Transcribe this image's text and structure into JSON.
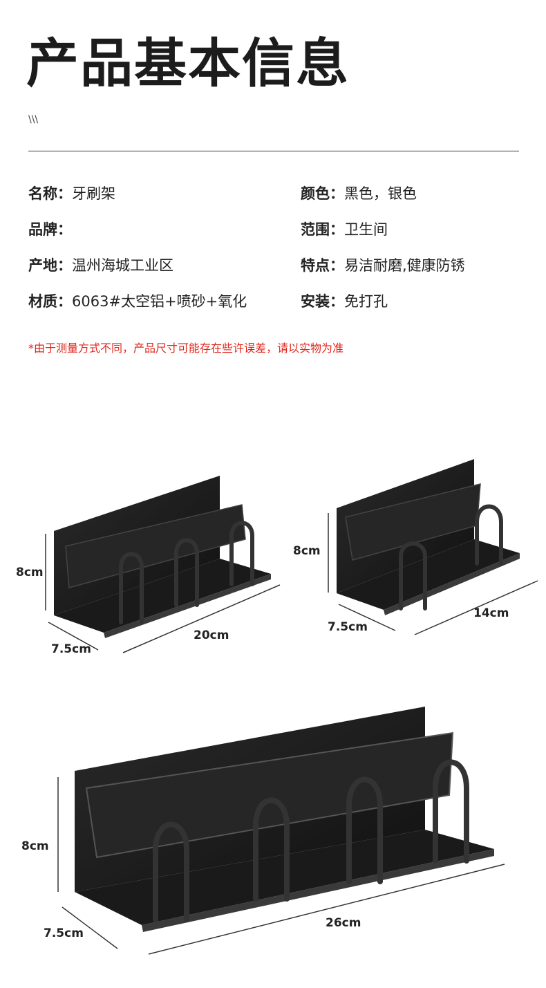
{
  "header": {
    "title": "产品基本信息",
    "subtitle": "\\\\\\"
  },
  "specs": {
    "name": {
      "label": "名称：",
      "value": "牙刷架"
    },
    "color": {
      "label": "颜色：",
      "value": "黑色，银色"
    },
    "brand": {
      "label": "品牌：",
      "value": ""
    },
    "scope": {
      "label": "范围：",
      "value": "卫生间"
    },
    "origin": {
      "label": "产地：",
      "value": "温州海城工业区"
    },
    "feature": {
      "label": "特点：",
      "value": "易洁耐磨,健康防锈"
    },
    "material": {
      "label": "材质：",
      "value": "6063#太空铝+喷砂+氧化"
    },
    "install": {
      "label": "安装：",
      "value": "免打孔"
    }
  },
  "note": "*由于测量方式不同，产品尺寸可能存在些许误差，请以实物为准",
  "products": {
    "medium": {
      "height": "8cm",
      "depth": "7.5cm",
      "width": "20cm"
    },
    "small": {
      "height": "8cm",
      "depth": "7.5cm",
      "width": "14cm"
    },
    "large": {
      "height": "8cm",
      "depth": "7.5cm",
      "width": "26cm"
    }
  },
  "colors": {
    "accent": "#e0261b",
    "product": "#1e1e1e"
  }
}
